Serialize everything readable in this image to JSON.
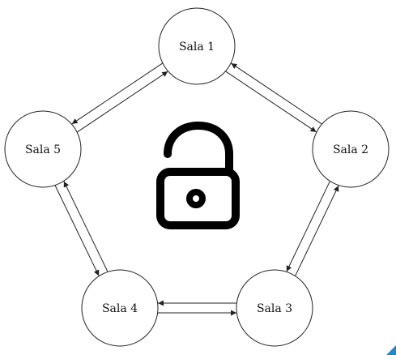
{
  "diagram": {
    "rooms": [
      {
        "id": "r1",
        "label": "Sala 1"
      },
      {
        "id": "r2",
        "label": "Sala 2"
      },
      {
        "id": "r3",
        "label": "Sala 3"
      },
      {
        "id": "r4",
        "label": "Sala 4"
      },
      {
        "id": "r5",
        "label": "Sala 5"
      }
    ],
    "connections": [
      {
        "from": "r1",
        "to": "r2"
      },
      {
        "from": "r2",
        "to": "r1"
      },
      {
        "from": "r2",
        "to": "r3"
      },
      {
        "from": "r3",
        "to": "r2"
      },
      {
        "from": "r3",
        "to": "r4"
      },
      {
        "from": "r4",
        "to": "r3"
      },
      {
        "from": "r4",
        "to": "r5"
      },
      {
        "from": "r5",
        "to": "r4"
      },
      {
        "from": "r5",
        "to": "r1"
      },
      {
        "from": "r1",
        "to": "r5"
      }
    ],
    "center_icon": "unlocked-padlock-icon",
    "colors": {
      "line": "#222222",
      "icon": "#000000",
      "accent": "#1e88c8"
    }
  }
}
